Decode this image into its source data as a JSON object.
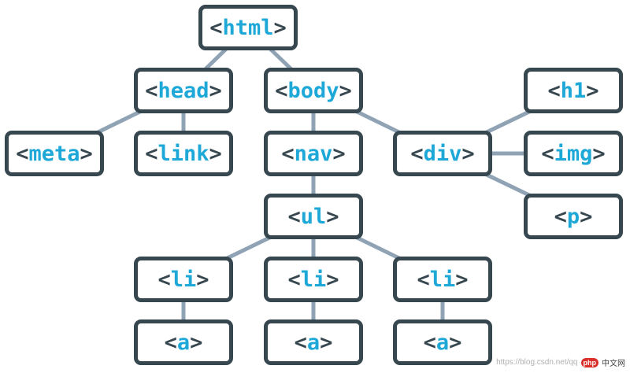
{
  "diagram": {
    "nodes": [
      {
        "id": "html",
        "label": "html"
      },
      {
        "id": "head",
        "label": "head"
      },
      {
        "id": "body",
        "label": "body"
      },
      {
        "id": "meta",
        "label": "meta"
      },
      {
        "id": "link",
        "label": "link"
      },
      {
        "id": "nav",
        "label": "nav"
      },
      {
        "id": "div",
        "label": "div"
      },
      {
        "id": "h1",
        "label": "h1"
      },
      {
        "id": "img",
        "label": "img"
      },
      {
        "id": "p",
        "label": "p"
      },
      {
        "id": "ul",
        "label": "ul"
      },
      {
        "id": "li1",
        "label": "li"
      },
      {
        "id": "li2",
        "label": "li"
      },
      {
        "id": "li3",
        "label": "li"
      },
      {
        "id": "a1",
        "label": "a"
      },
      {
        "id": "a2",
        "label": "a"
      },
      {
        "id": "a3",
        "label": "a"
      }
    ],
    "edges": [
      [
        "html",
        "head"
      ],
      [
        "html",
        "body"
      ],
      [
        "head",
        "meta"
      ],
      [
        "head",
        "link"
      ],
      [
        "body",
        "nav"
      ],
      [
        "body",
        "div"
      ],
      [
        "div",
        "h1"
      ],
      [
        "div",
        "img"
      ],
      [
        "div",
        "p"
      ],
      [
        "nav",
        "ul"
      ],
      [
        "ul",
        "li1"
      ],
      [
        "ul",
        "li2"
      ],
      [
        "ul",
        "li3"
      ],
      [
        "li1",
        "a1"
      ],
      [
        "li2",
        "a2"
      ],
      [
        "li3",
        "a3"
      ]
    ]
  },
  "watermark": {
    "url": "https://blog.csdn.net/qq",
    "badge": "php",
    "badge_suffix": "中文网"
  }
}
